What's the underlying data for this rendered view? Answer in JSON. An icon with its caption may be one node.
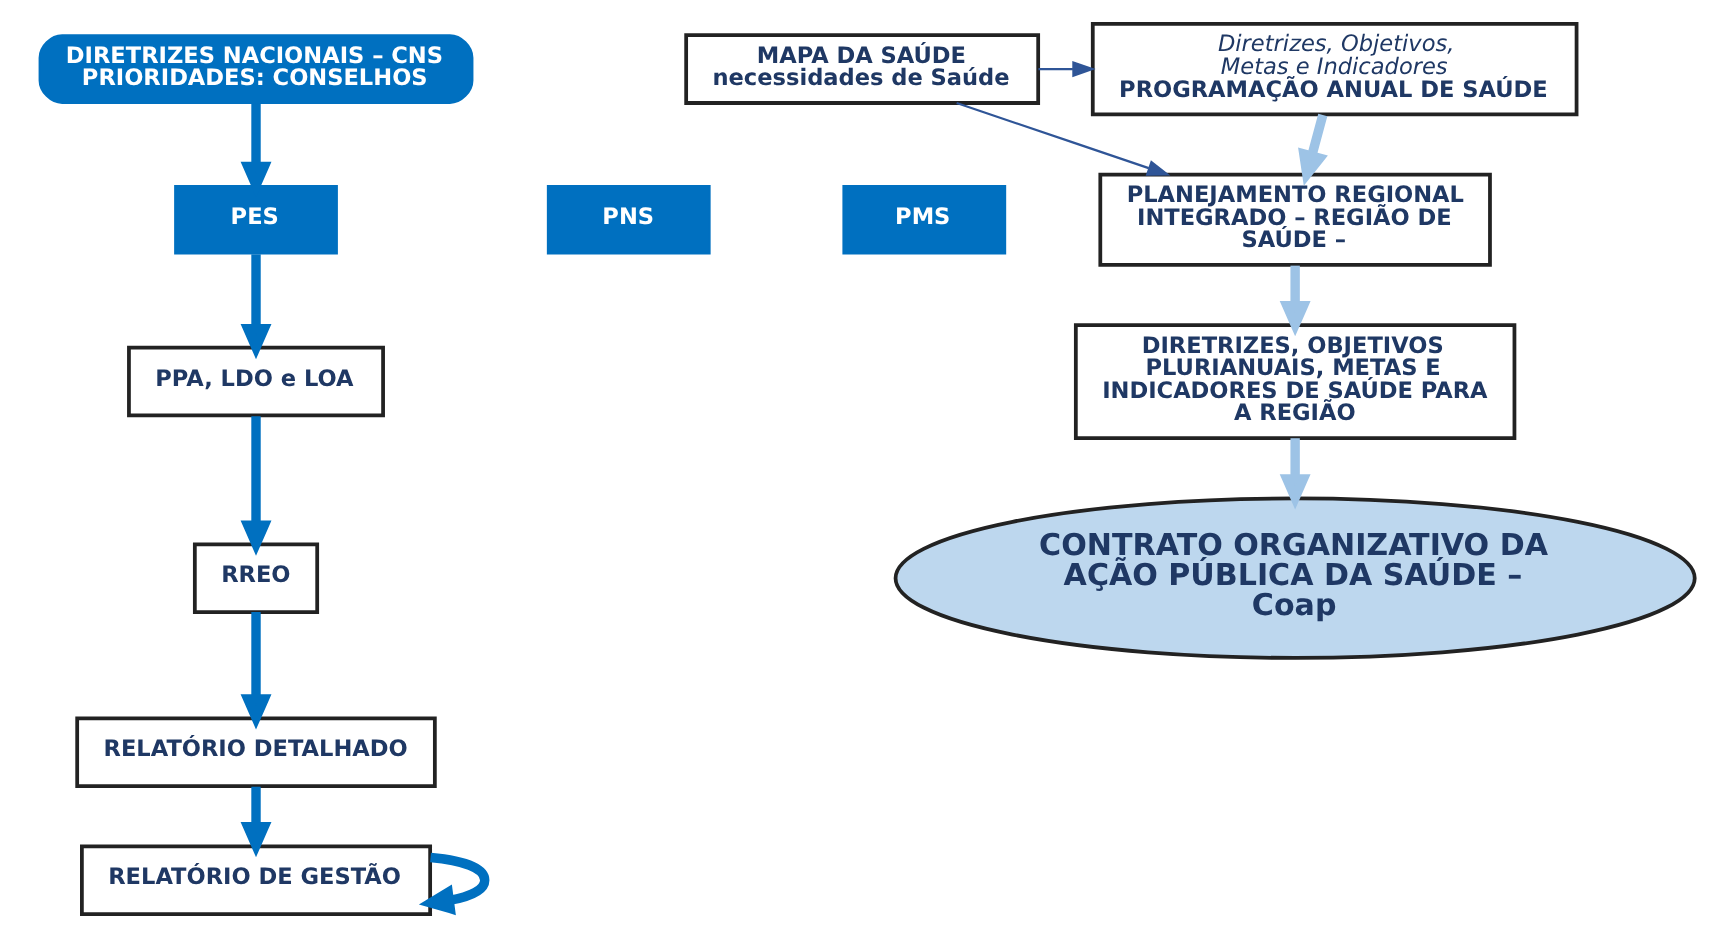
{
  "diagram": {
    "nodes": [
      {
        "text": [
          "DIRETRIZES NACIONAIS – CNS PRIORIDADES: CONSELHOS"
        ]
      },
      {
        "text": [
          "PNS"
        ]
      },
      {
        "text": [
          "PES"
        ]
      },
      {
        "text": [
          "PMS"
        ]
      },
      {
        "text": [
          "PPA, LDO e LOA"
        ]
      },
      {
        "text": [
          "MAPA DA SAÚDE",
          "necessidades de Saúde"
        ]
      },
      {
        "text": [
          "Diretrizes, Objetivos, Metas e Indicadores",
          "PROGRAMAÇÃO ANUAL DE SAÚDE"
        ]
      },
      {
        "text": [
          "PLANEJAMENTO REGIONAL INTEGRADO – REGIÃO DE SAÚDE –"
        ]
      },
      {
        "text": [
          "DIRETRIZES, OBJETIVOS PLURIANUAIS, METAS E INDICADORES DE SAÚDE PARA A REGIÃO"
        ]
      },
      {
        "text": [
          "CONTRATO ORGANIZATIVO DA AÇÃO PÚBLICA DA SAÚDE – Coap"
        ]
      },
      {
        "text": [
          "RREO"
        ]
      },
      {
        "text": [
          "RELATÓRIO DETALHADO"
        ]
      },
      {
        "text": [
          "RELATÓRIO DE GESTÃO"
        ]
      }
    ],
    "edges": [
      {
        "from": 0,
        "to": 2,
        "arrow": "to"
      },
      {
        "from": 2,
        "to": 4,
        "arrow": "to"
      },
      {
        "from": 5,
        "to": 6,
        "arrow": "to",
        "color": "#2f5597"
      },
      {
        "from": 5,
        "to": 7,
        "arrow": "to",
        "color": "#2f5597"
      },
      {
        "from": 6,
        "to": 7,
        "arrow": "to",
        "color": "#9dc3e6"
      },
      {
        "from": 7,
        "to": 8,
        "arrow": "to",
        "color": "#9dc3e6"
      },
      {
        "from": 8,
        "to": 9,
        "arrow": "to",
        "color": "#9dc3e6"
      },
      {
        "from": 4,
        "to": 10,
        "arrow": "to"
      },
      {
        "from": 10,
        "to": 11,
        "arrow": "to"
      },
      {
        "from": 11,
        "to": 12,
        "arrow": "to"
      },
      {
        "from": 12,
        "to": 12,
        "arrow": "to"
      }
    ]
  }
}
